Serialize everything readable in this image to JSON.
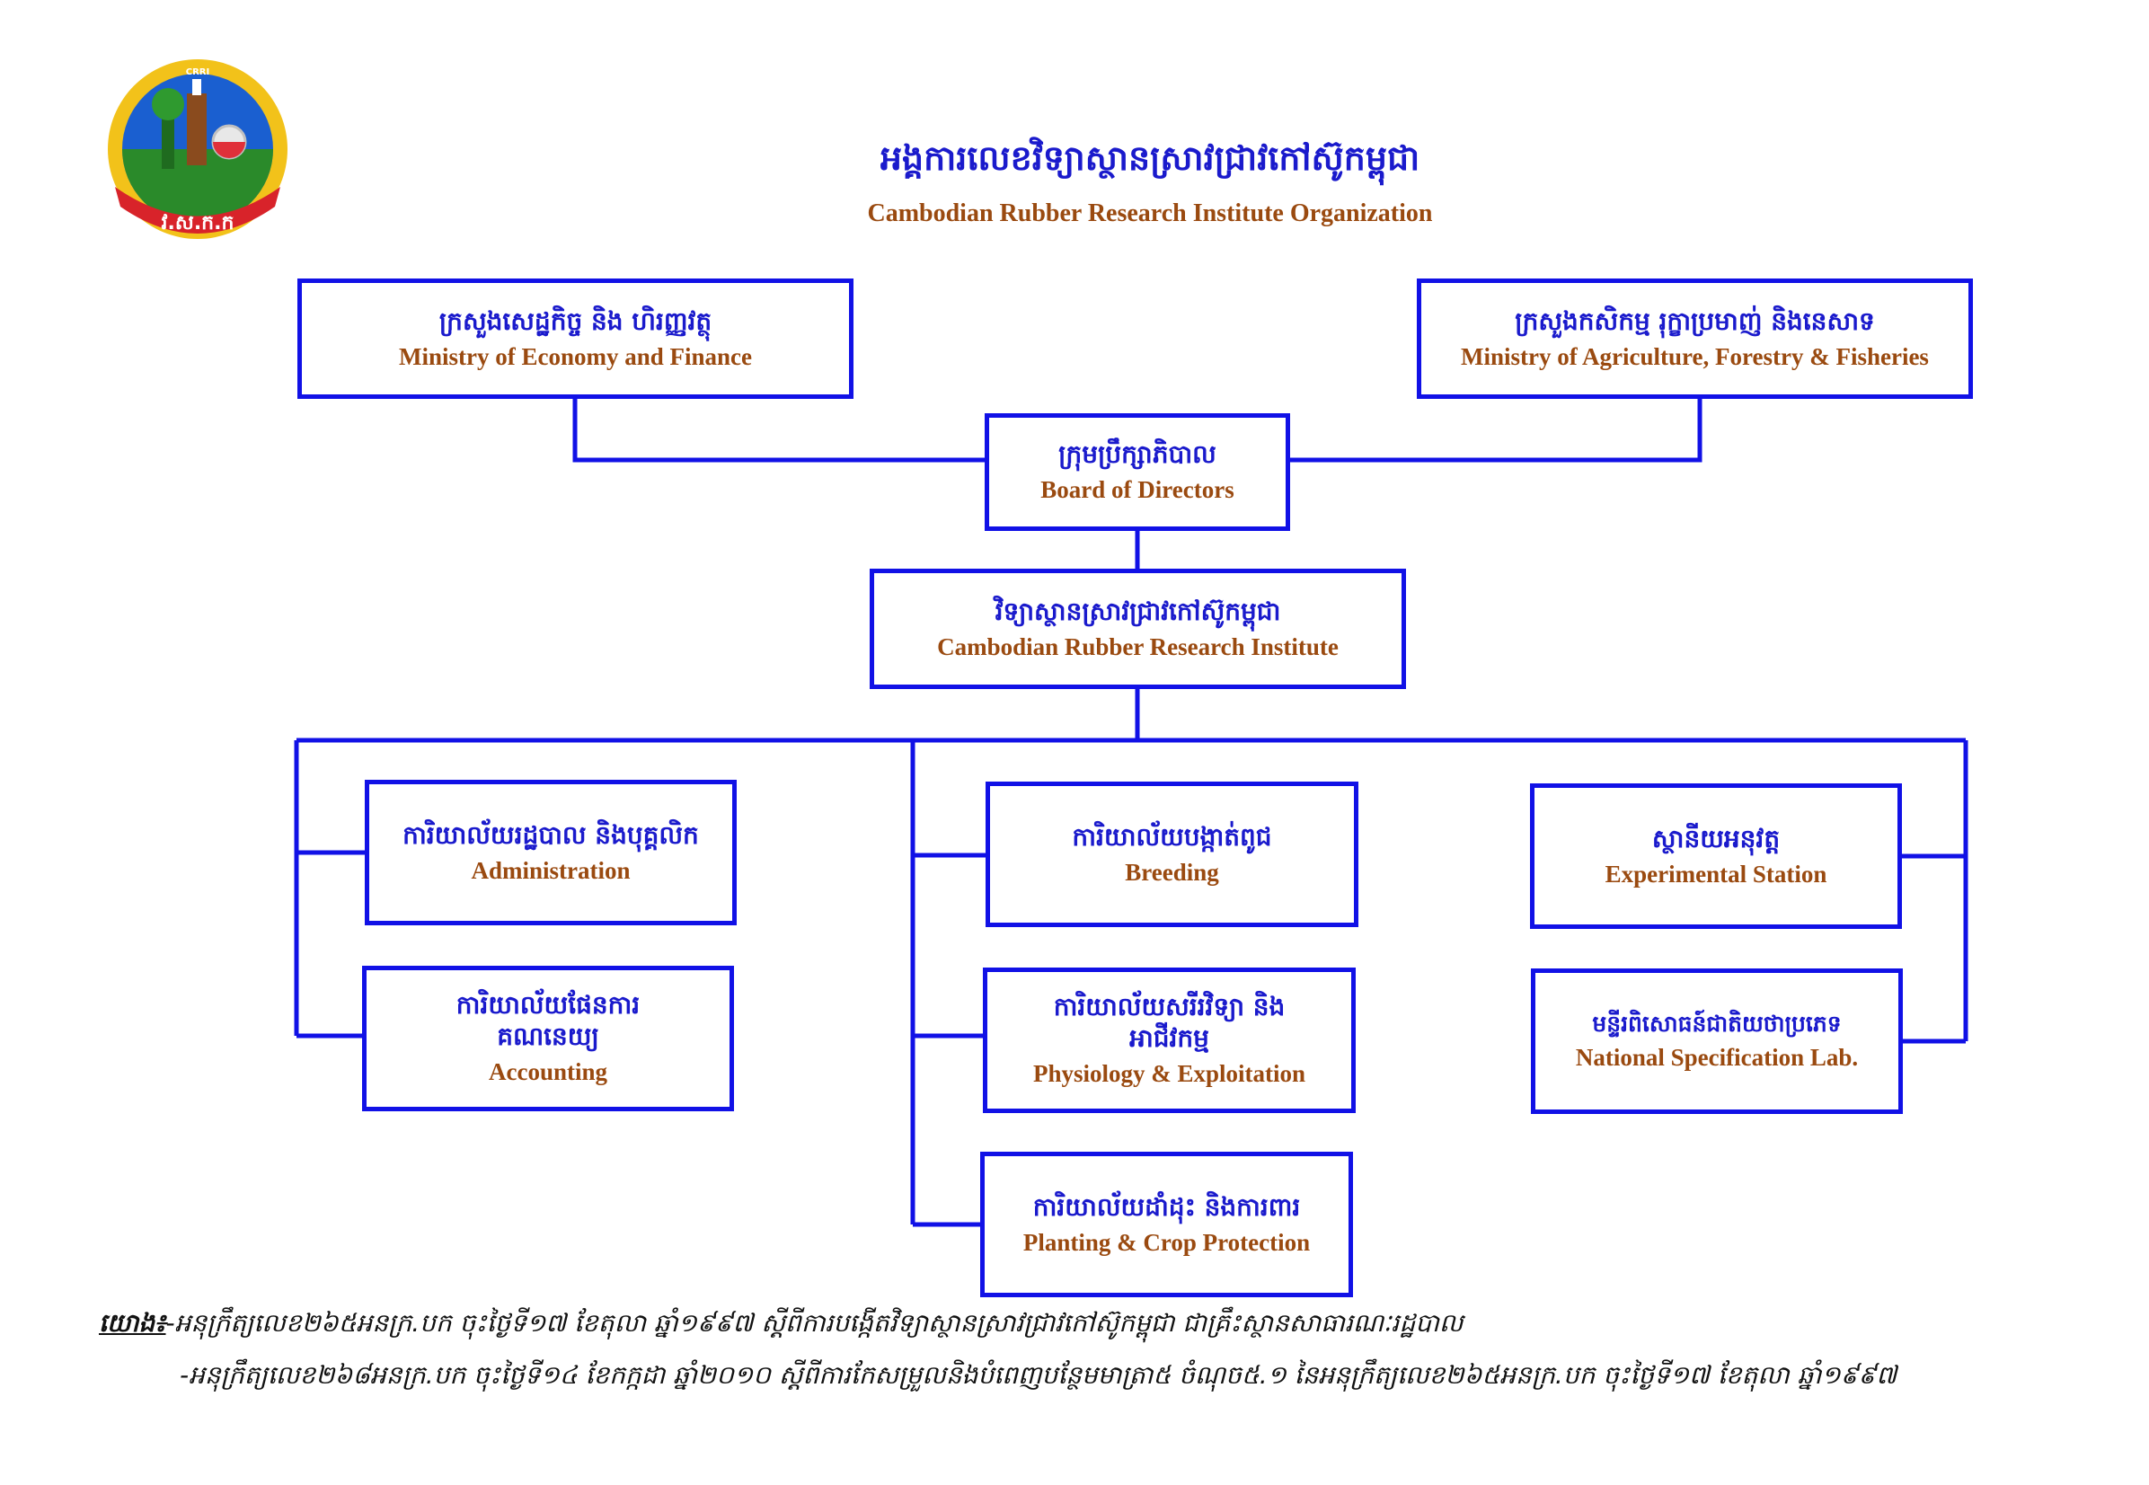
{
  "header": {
    "title_km": "អង្គការលេខវិទ្យាស្ថានស្រាវជ្រាវកៅស៊ូកម្ពុជា",
    "title_en": "Cambodian Rubber Research Institute Organization",
    "logo": {
      "icon": "crri-emblem-icon",
      "acronym": " វ.ស.ក.ក",
      "small_text": "CRRI"
    }
  },
  "nodes": {
    "mef": {
      "km": "ក្រសួងសេដ្ឋកិច្ច និង ហិរញ្ញវត្ថុ",
      "en": "Ministry of Economy and Finance"
    },
    "maff": {
      "km": "ក្រសួងកសិកម្ម រុក្ខាប្រមាញ់ និងនេសាទ",
      "en": "Ministry of Agriculture, Forestry & Fisheries"
    },
    "board": {
      "km": "ក្រុមប្រឹក្សាភិបាល",
      "en": "Board of Directors"
    },
    "institute": {
      "km": "វិទ្យាស្ថានស្រាវជ្រាវកៅស៊ូកម្ពុជា",
      "en": "Cambodian Rubber Research Institute"
    },
    "admin": {
      "km": "ការិយាល័យរដ្ឋបាល និងបុគ្គលិក",
      "en": "Administration"
    },
    "accounting": {
      "km": "ការិយាល័យផែនការ គណនេយ្យ",
      "en": "Accounting"
    },
    "breeding": {
      "km": "ការិយាល័យបង្កាត់ពូជ",
      "en": "Breeding"
    },
    "physiology": {
      "km": "ការិយាល័យសរីរវិទ្យា និងអាជីវកម្ម",
      "en": "Physiology & Exploitation"
    },
    "planting": {
      "km": "ការិយាល័យដាំដុះ និងការពារ",
      "en": "Planting & Crop Protection"
    },
    "station": {
      "km": "ស្ថានីយអនុវត្ត",
      "en": "Experimental Station"
    },
    "lab": {
      "km": "មន្ទីរពិសោធន៍ជាតិយថាប្រភេទ",
      "en": "National Specification Lab."
    }
  },
  "note": {
    "label": "យោង៖",
    "line1": "-អនុក្រឹត្យលេខ២៦៥អនក្រ.បក ចុះថ្ងៃទី១៧ ខែតុលា ឆ្នាំ១៩៩៧ ស្ដីពីការបង្កើតវិទ្យាស្ថានស្រាវជ្រាវកៅស៊ូកម្ពុជា ជាគ្រឹះស្ថានសាធារណៈរដ្ឋបាល",
    "line2": "-អនុក្រឹត្យលេខ២៦៨អនក្រ.បក ចុះថ្ងៃទី១៤ ខែកក្កដា ឆ្នាំ២០១០ ស្ដីពីការកែសម្រួលនិងបំពេញបន្ថែមមាត្រា៥ ចំណុច៥.១ នៃអនុក្រឹត្យលេខ២៦៥អនក្រ.បក ចុះថ្ងៃទី១៧ ខែតុលា ឆ្នាំ១៩៩៧"
  },
  "colors": {
    "line": "#1111e6",
    "khmer_text": "#1a1acc",
    "english_text": "#9a4a10"
  }
}
